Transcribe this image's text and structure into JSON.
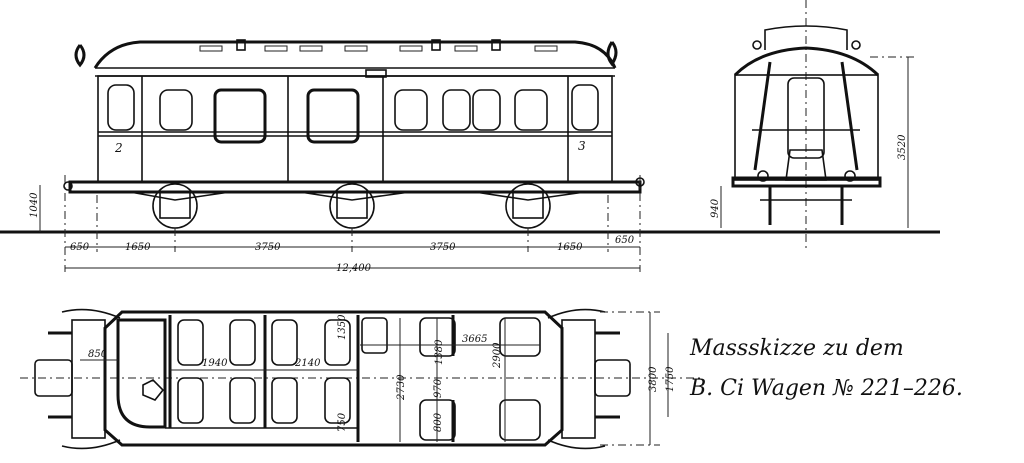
{
  "title": {
    "line1": "Massskizze zu dem",
    "line2": "B. Ci Wagen № 221–226."
  },
  "side_view": {
    "compartment_numbers": [
      "2",
      "3"
    ],
    "height_label": "1040",
    "segment_dims": [
      "650",
      "1650",
      "3750",
      "3750",
      "1650",
      "650"
    ],
    "overall_length": "12,400"
  },
  "end_view": {
    "height_total": "3520",
    "floor_height": "940"
  },
  "plan_view": {
    "dims": {
      "platform": "850",
      "comp1": "1940",
      "comp2": "2140",
      "seat_depth": "1350",
      "saloon_length": "3665",
      "seat_width": "1380",
      "inner_width": "2900",
      "body_width": "2730",
      "aisle": "970",
      "bench": "800",
      "corridor": "750",
      "total_width": "3800",
      "buffer_spacing": "1750"
    }
  }
}
